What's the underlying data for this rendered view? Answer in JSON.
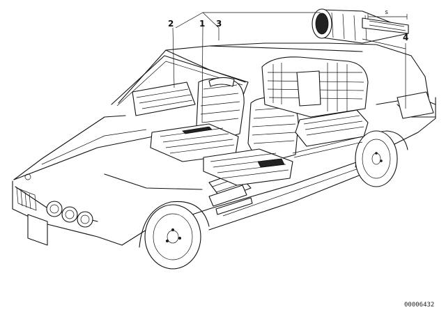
{
  "callouts": [
    {
      "id": "2",
      "text": "2"
    },
    {
      "id": "1",
      "text": "1"
    },
    {
      "id": "3",
      "text": "3"
    },
    {
      "id": "4",
      "text": "4"
    }
  ],
  "dimension_marker": "s",
  "document_number": "00006432"
}
